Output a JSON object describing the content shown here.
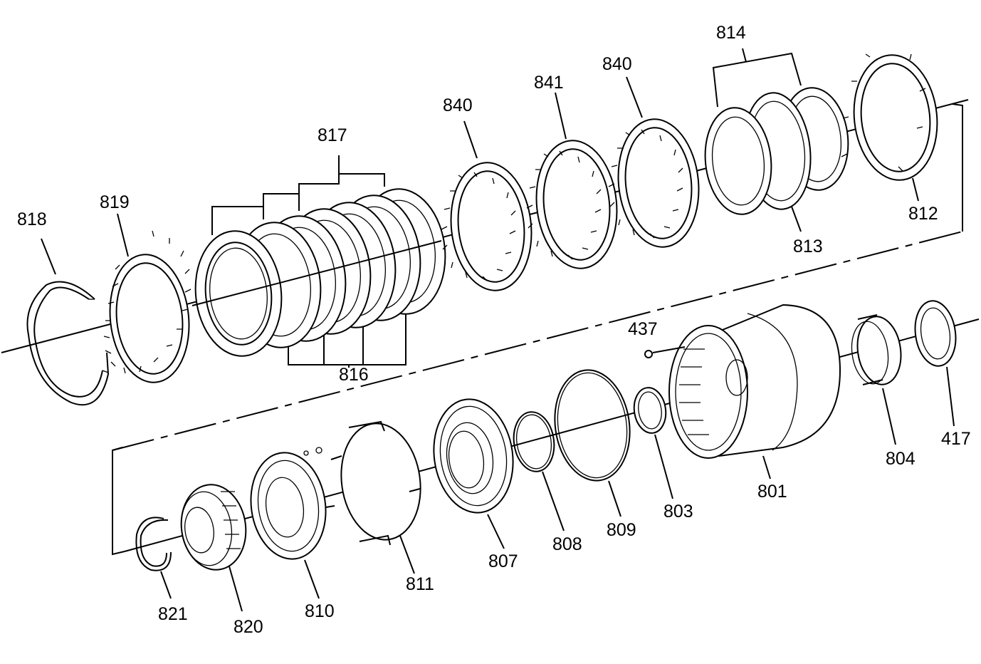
{
  "labels": {
    "p818": "818",
    "p819": "819",
    "p817": "817",
    "p816": "816",
    "p840a": "840",
    "p841": "841",
    "p840b": "840",
    "p814": "814",
    "p812": "812",
    "p813": "813",
    "p437": "437",
    "p801": "801",
    "p804": "804",
    "p417": "417",
    "p803": "803",
    "p809": "809",
    "p808": "808",
    "p807": "807",
    "p811": "811",
    "p810": "810",
    "p820": "820",
    "p821": "821"
  },
  "colors": {
    "line": "#000000",
    "background": "#ffffff"
  }
}
